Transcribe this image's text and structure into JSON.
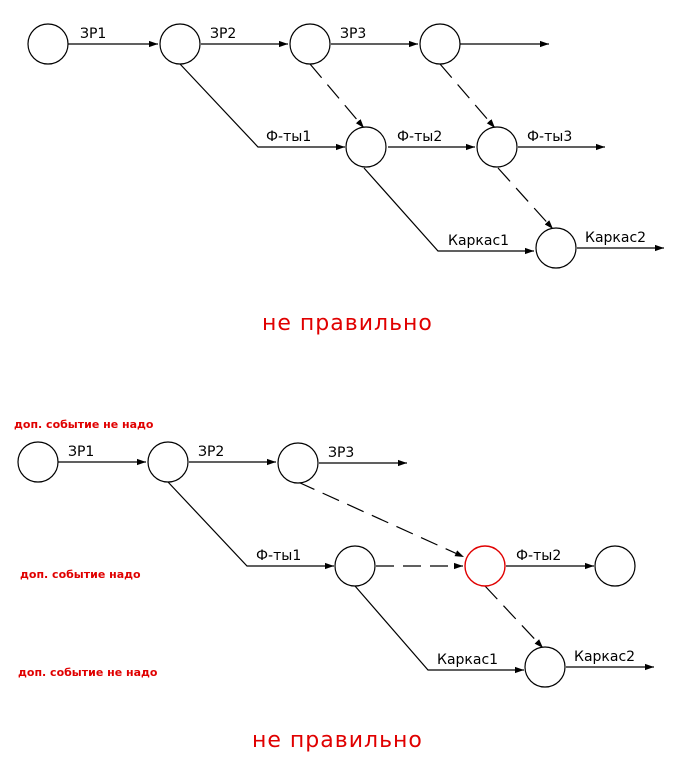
{
  "colors": {
    "line": "#000000",
    "highlight": "#e00000"
  },
  "diagram_top": {
    "labels": {
      "zr1": "ЗР1",
      "zr2": "ЗР2",
      "zr3": "ЗР3",
      "fty1": "Ф-ты1",
      "fty2": "Ф-ты2",
      "fty3": "Ф-ты3",
      "karkas1": "Каркас1",
      "karkas2": "Каркас2"
    },
    "verdict": "не правильно"
  },
  "diagram_bottom": {
    "labels": {
      "zr1": "ЗР1",
      "zr2": "ЗР2",
      "zr3": "ЗР3",
      "fty1": "Ф-ты1",
      "fty2": "Ф-ты2",
      "karkas1": "Каркас1",
      "karkas2": "Каркас2"
    },
    "notes": {
      "note1": "доп. событие не надо",
      "note2": "доп. событие надо",
      "note3": "доп. событие не надо"
    },
    "verdict": "не правильно"
  }
}
